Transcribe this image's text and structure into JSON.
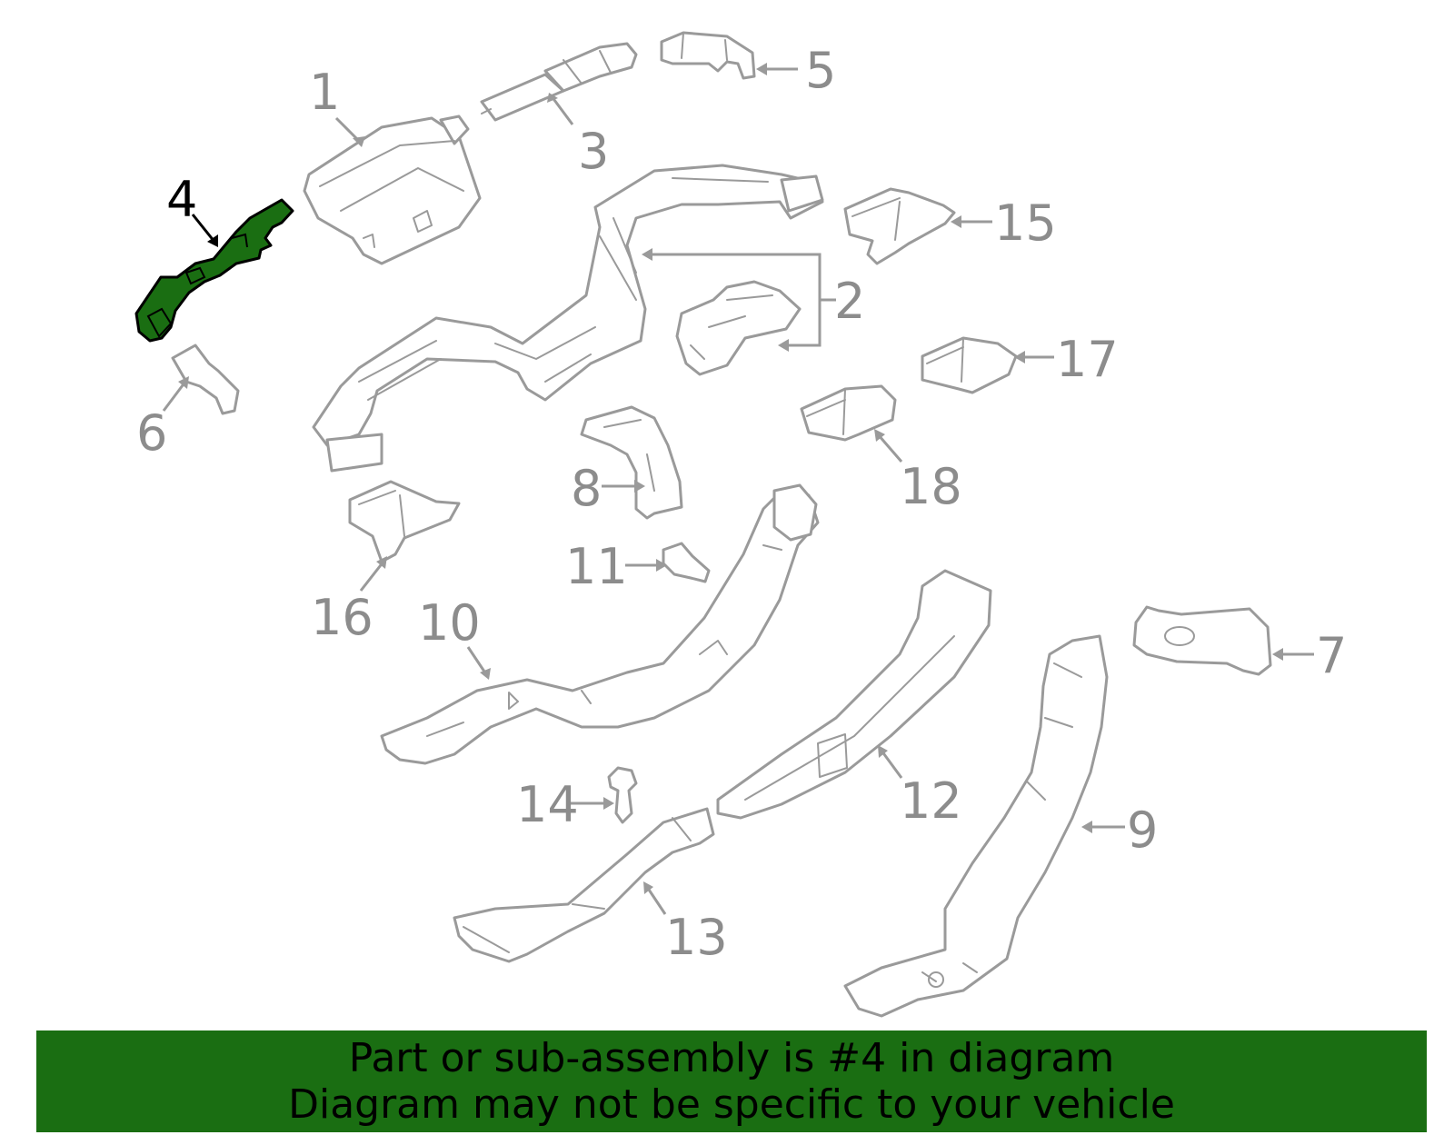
{
  "diagram": {
    "callouts": [
      "1",
      "2",
      "3",
      "4",
      "5",
      "6",
      "7",
      "8",
      "9",
      "10",
      "11",
      "12",
      "13",
      "14",
      "15",
      "16",
      "17",
      "18"
    ],
    "highlighted_part": "4",
    "highlight_color": "#1a6e12",
    "line_color": "#9a9a9a"
  },
  "banner": {
    "line1": "Part or sub-assembly is #4 in diagram",
    "line2": "Diagram may not be specific to your vehicle"
  }
}
